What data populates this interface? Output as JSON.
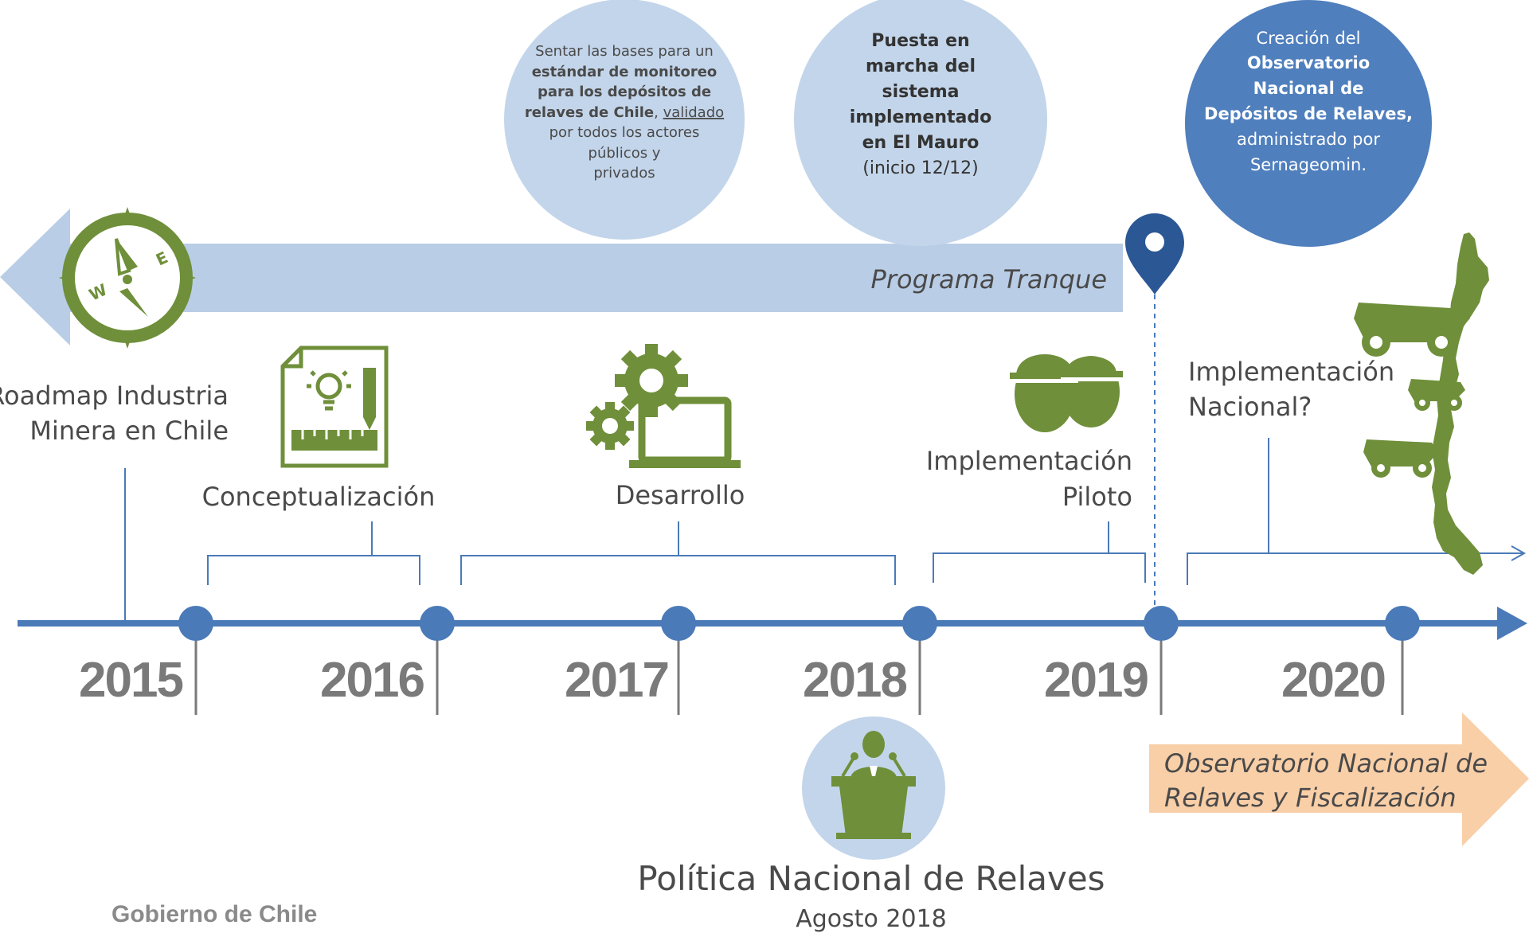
{
  "programa": {
    "label": "Programa Tranque"
  },
  "roadmap": {
    "line1": "Roadmap Industria",
    "line2": "Minera en Chile"
  },
  "phases": [
    {
      "label1": "Conceptualización",
      "label2": ""
    },
    {
      "label1": "Desarrollo",
      "label2": ""
    },
    {
      "label1": "Implementación",
      "label2": "Piloto"
    },
    {
      "label1": "Implementación",
      "label2": "Nacional?"
    }
  ],
  "years": [
    "2015",
    "2016",
    "2017",
    "2018",
    "2019",
    "2020"
  ],
  "bubbles": {
    "estandar": {
      "l1": "Sentar las bases para un",
      "l2": "estándar de monitoreo",
      "l3": "para los depósitos de",
      "l4a": "relaves de Chile",
      "l4b": ", ",
      "l4c": "validado",
      "l5": "por todos los actores",
      "l6": "públicos y",
      "l7": "privados"
    },
    "puesta": {
      "l1": "Puesta en",
      "l2": "marcha del",
      "l3": "sistema",
      "l4": "implementado",
      "l5": "en El Mauro",
      "l6": "(inicio 12/12)"
    },
    "creacion": {
      "l1": "Creación del",
      "l2": "Observatorio",
      "l3": "Nacional de",
      "l4": "Depósitos de Relaves,",
      "l5": "administrado por",
      "l6": "Sernageomin."
    }
  },
  "compass": {
    "w": "W",
    "e": "E"
  },
  "observatorio": {
    "line1": "Observatorio Nacional de",
    "line2": "Relaves y Fiscalización"
  },
  "politica": {
    "title": "Política Nacional de Relaves",
    "date": "Agosto 2018"
  },
  "footer": {
    "gobierno": "Gobierno de Chile"
  },
  "colors": {
    "axis": "#4a7ab8",
    "node": "#4a7ab8",
    "programa_band": "#b9cde6",
    "bubble_light": "#c3d5ea",
    "bubble_dark": "#4f7fbd",
    "icon_green": "#6f8f3a",
    "pin": "#2b5794",
    "observatorio_band": "#f9cfa8"
  }
}
